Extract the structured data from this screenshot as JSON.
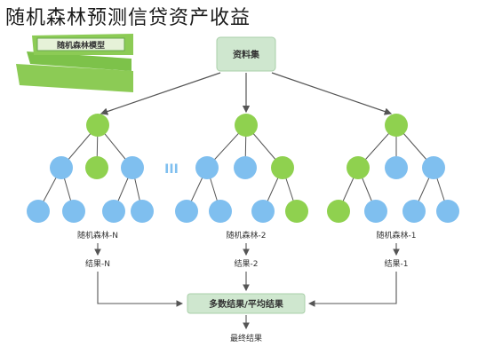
{
  "title": "随机森林预测信贷资产收益",
  "banner_label": "随机森林模型",
  "dataset_label": "资料集",
  "ellipsis": "III",
  "trees": [
    {
      "name": "随机森林-N",
      "result": "结果-N"
    },
    {
      "name": "随机森林-2",
      "result": "结果-2"
    },
    {
      "name": "随机森林-1",
      "result": "结果-1"
    }
  ],
  "aggregate_label": "多数结果/平均结果",
  "final_label": "最终结果",
  "colors": {
    "green_node": "#8fd14f",
    "blue_node": "#7fbfef",
    "box_fill": "#cfe7cf",
    "banner_green": "#8ccb55",
    "line": "#555555"
  }
}
